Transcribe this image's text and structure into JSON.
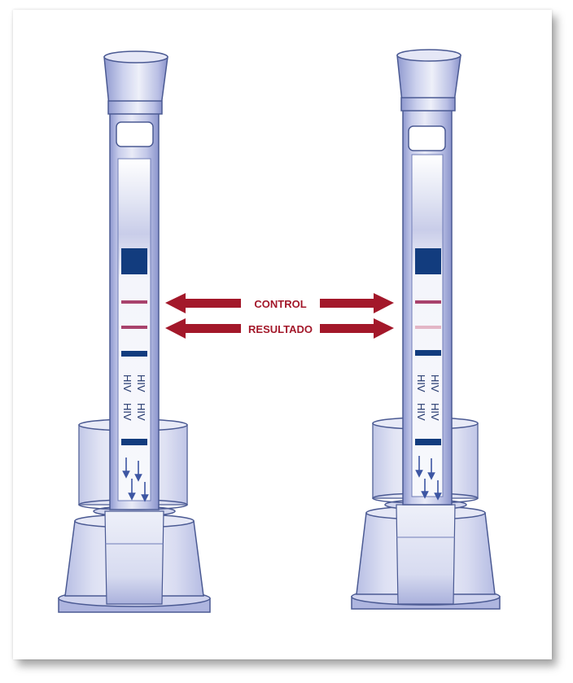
{
  "labels": {
    "control": "CONTROL",
    "result": "RESULTADO",
    "strip_text": "HIV"
  },
  "colors": {
    "arrow": "#a3182a",
    "band_dark": "#123c7e",
    "control_line": "#a8426c",
    "result_line_left": "#a8426c",
    "result_line_right": "#e3b6c6",
    "tube_outline": "#4b5a93",
    "tube_fill": "#c6cbe8"
  },
  "devices": [
    {
      "id": "left",
      "result_line_color": "#a8426c"
    },
    {
      "id": "right",
      "result_line_color": "#e3b6c6"
    }
  ]
}
